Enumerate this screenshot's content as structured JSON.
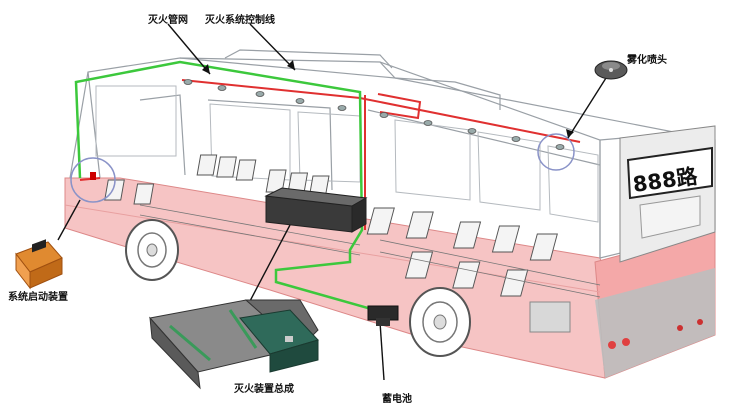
{
  "labels": {
    "pipe_network": "灭火管网",
    "control_line": "灭火系统控制线",
    "nozzle": "雾化喷头",
    "startup_device": "系统启动装置",
    "device_assembly": "灭火装置总成",
    "battery": "蓄电池"
  },
  "bus_display": "888路",
  "colors": {
    "pipe_network": "#3cc83c",
    "control_line": "#e03030",
    "bus_lower_body": "#f5b8b8",
    "callout_circle": "#8a93c8"
  }
}
